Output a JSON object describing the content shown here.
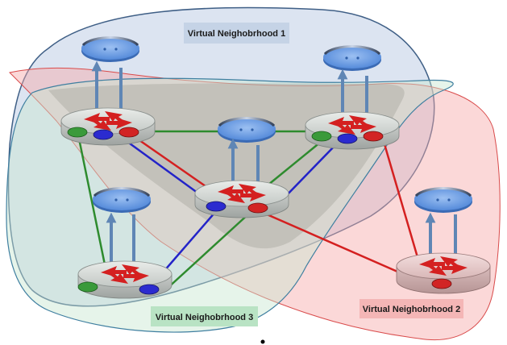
{
  "labels": {
    "vn1": "Virtual Neighobrhood 1",
    "vn2": "Virtual Neighobrhood 2",
    "vn3": "Virtual Neighobrhood 3"
  },
  "colors": {
    "vn1_fill": "#c9d6ea",
    "vn1_stroke": "#3f5f86",
    "vn2_fill": "#f6a8a8",
    "vn2_stroke": "#d94b4b",
    "vn3_fill": "#c7e6d0",
    "vn3_stroke": "#3f7fa0",
    "label1_bg": "#c5d3e6",
    "label2_bg": "#f4b6b6",
    "label3_bg": "#b9e3c4",
    "link_green": "#2e8b2e",
    "link_blue": "#2323c8",
    "link_red": "#d42020",
    "host": "#6f9ee0",
    "arrow": "#5f86b5"
  },
  "diagram": {
    "routers": [
      {
        "id": "router-top-left",
        "ports": [
          "green",
          "blue",
          "red"
        ]
      },
      {
        "id": "router-top-right",
        "ports": [
          "green",
          "blue",
          "red"
        ]
      },
      {
        "id": "router-center",
        "ports": [
          "blue",
          "red"
        ]
      },
      {
        "id": "router-bottom-left",
        "ports": [
          "green",
          "blue"
        ]
      },
      {
        "id": "router-right",
        "ports": [
          "red"
        ]
      }
    ],
    "hosts": [
      {
        "id": "host-top-left",
        "router": "router-top-left"
      },
      {
        "id": "host-top-right",
        "router": "router-top-right"
      },
      {
        "id": "host-center",
        "router": "router-center"
      },
      {
        "id": "host-left",
        "router": "router-bottom-left"
      },
      {
        "id": "host-right",
        "router": "router-right"
      }
    ],
    "links": [
      {
        "from": "router-top-left",
        "to": "router-top-right",
        "color": "green"
      },
      {
        "from": "router-top-left",
        "to": "router-center",
        "color": "blue"
      },
      {
        "from": "router-top-left",
        "to": "router-center",
        "color": "red"
      },
      {
        "from": "router-top-left",
        "to": "router-bottom-left",
        "color": "green"
      },
      {
        "from": "router-top-right",
        "to": "router-center",
        "color": "blue"
      },
      {
        "from": "router-top-right",
        "to": "router-center",
        "color": "green"
      },
      {
        "from": "router-top-right",
        "to": "router-right",
        "color": "red"
      },
      {
        "from": "router-center",
        "to": "router-bottom-left",
        "color": "blue"
      },
      {
        "from": "router-center",
        "to": "router-bottom-left",
        "color": "green"
      },
      {
        "from": "router-center",
        "to": "router-right",
        "color": "red"
      }
    ]
  }
}
